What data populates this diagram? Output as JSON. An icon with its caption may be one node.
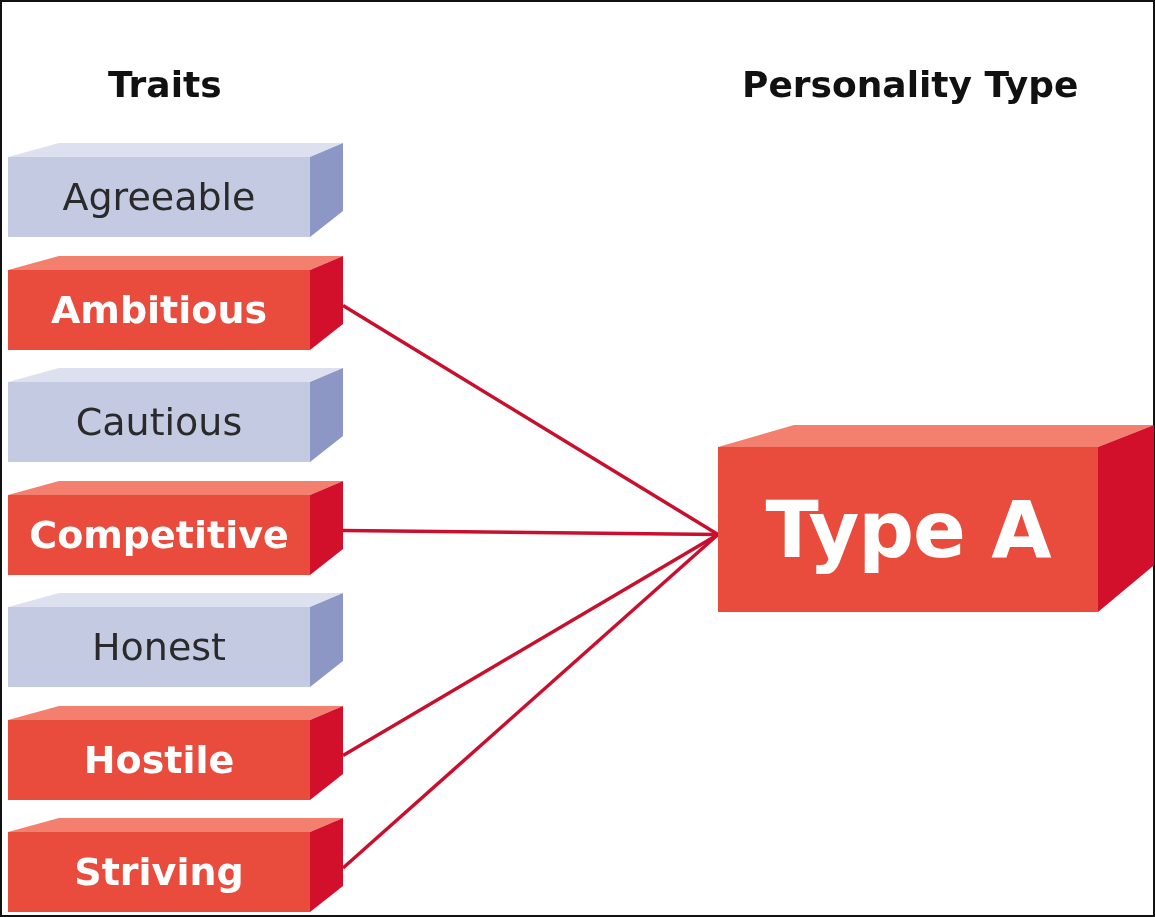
{
  "diagram": {
    "nodes": [
      {
        "text": [
          "Agreeable"
        ]
      },
      {
        "text": [
          "Ambitious"
        ]
      },
      {
        "text": [
          "Cautious"
        ]
      },
      {
        "text": [
          "Competitive"
        ]
      },
      {
        "text": [
          "Honest"
        ]
      },
      {
        "text": [
          "Hostile"
        ]
      },
      {
        "text": [
          "Striving"
        ]
      },
      {
        "text": [
          "Type A"
        ]
      }
    ],
    "edges": [
      {
        "from": 1,
        "to": 7,
        "arrow": "none"
      },
      {
        "from": 3,
        "to": 7,
        "arrow": "none"
      },
      {
        "from": 5,
        "to": 7,
        "arrow": "none"
      },
      {
        "from": 6,
        "to": 7,
        "arrow": "none"
      }
    ],
    "labels": [
      "Traits",
      "Personality Type"
    ]
  }
}
